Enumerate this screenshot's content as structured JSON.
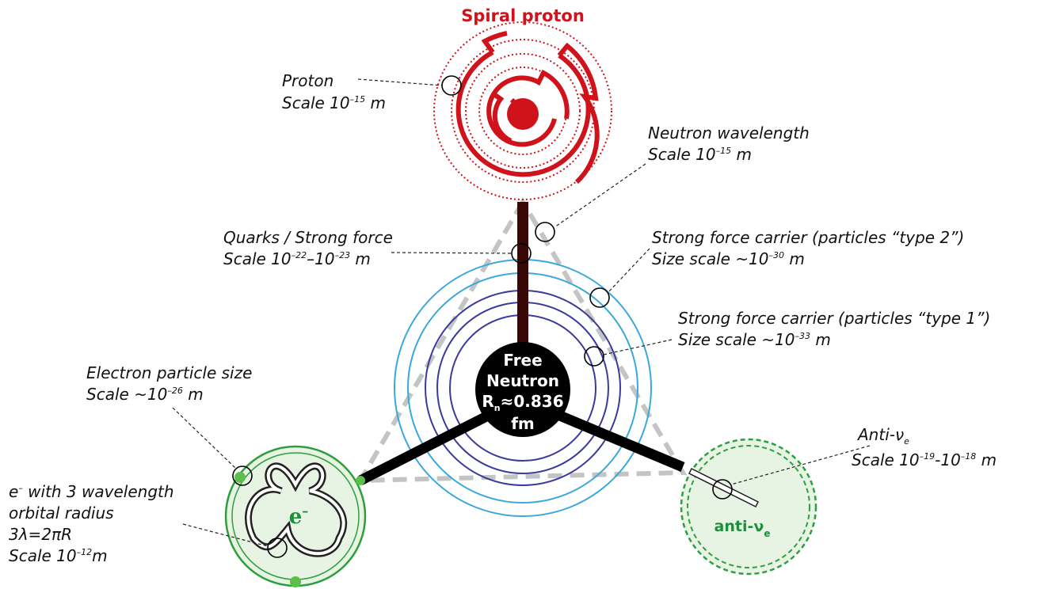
{
  "title": "Spiral proton",
  "core": {
    "line1": "Free",
    "line2": "Neutron",
    "line3_main": "R",
    "line3_sub": "n",
    "line3_rest": "≈0.836",
    "line4": "fm"
  },
  "electron_symbol": "e",
  "electron_sup": "–",
  "antinu_symbol": "anti-ν",
  "antinu_sub": "e",
  "labels": {
    "proton": {
      "line1": "Proton",
      "line2_pre": "Scale 10",
      "line2_sup": "–15",
      "line2_post": " m"
    },
    "neutron_wavelength": {
      "line1": "Neutron wavelength",
      "line2_pre": "Scale 10",
      "line2_sup": "–15",
      "line2_post": " m"
    },
    "quarks": {
      "line1": "Quarks / Strong force",
      "line2_pre": "Scale 10",
      "line2_sup1": "–22",
      "line2_mid": "–10",
      "line2_sup2": "–23",
      "line2_post": " m"
    },
    "carrier2": {
      "line1": "Strong force carrier  (particles “type 2”)",
      "line2_pre": "Size scale ~10",
      "line2_sup": "–30",
      "line2_post": " m"
    },
    "carrier1": {
      "line1": "Strong force carrier  (particles “type 1”)",
      "line2_pre": "Size scale ~10",
      "line2_sup": "–33",
      "line2_post": " m"
    },
    "electron_size": {
      "line1": "Electron particle size",
      "line2_pre": "Scale ~10",
      "line2_sup": "–26",
      "line2_post": " m"
    },
    "electron_orbit": {
      "line1_pre": "e",
      "line1_sup": "–",
      "line1_post": " with 3 wavelength",
      "line2": "orbital radius",
      "line3": "3λ=2πR",
      "line4_pre": "Scale 10",
      "line4_sup": "–12",
      "line4_post": "m"
    },
    "antinu": {
      "line1_pre": "Anti-ν",
      "line1_sub": "e",
      "line2_pre": "Scale 10",
      "line2_sup1": "–19",
      "line2_mid": "-10",
      "line2_sup2": "–18",
      "line2_post": " m"
    }
  },
  "colors": {
    "proton_red": "#d0121b",
    "quark_rod": "#3a0707",
    "outer_blue": "#3aa8dc",
    "inner_navy": "#3b3a9a",
    "electron_green": "#2e9e3e",
    "electron_fill": "#e7f3e3",
    "triangle_gray": "#c4c4c4"
  }
}
